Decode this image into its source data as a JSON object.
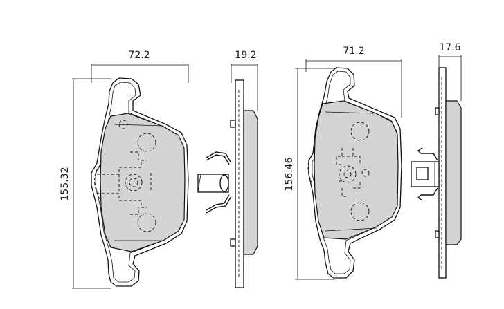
{
  "pad_left": {
    "width_label": "72.2",
    "thickness_label": "19.2",
    "height_label": "155.32"
  },
  "pad_right": {
    "width_label": "71.2",
    "thickness_label": "17.6",
    "height_label": "156.46"
  },
  "colors": {
    "friction_fill": "#d4d4d4",
    "line": "#111111",
    "background": "#ffffff"
  }
}
